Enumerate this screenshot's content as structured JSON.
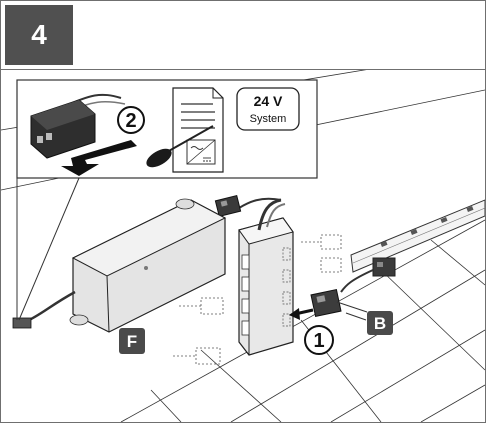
{
  "step": {
    "number": "4"
  },
  "detail": {
    "step_number": "2",
    "voltage_value": "24 V",
    "voltage_system": "System"
  },
  "labels": {
    "step_one": "1",
    "connector_letter": "B",
    "unit_letter": "F"
  }
}
